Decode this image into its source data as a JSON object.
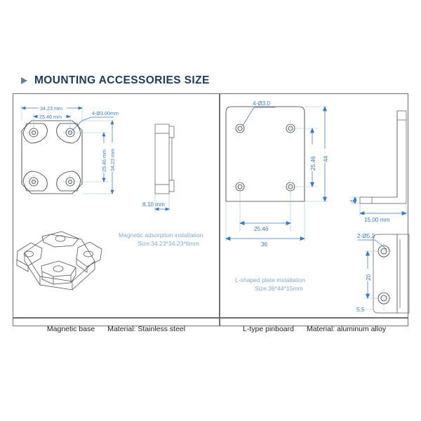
{
  "header": {
    "bullet_icon": "triangle-right-icon",
    "title": "MOUNTING ACCESSORIES SIZE"
  },
  "panels": {
    "left": {
      "name": "magnetic-base-panel",
      "top_view": {
        "dimensions": {
          "width_outer": "34.23 mm",
          "width_holes": "25.46 mm",
          "hole_callout": "4-Ø3.00mm",
          "height_holes": "25.46 mm",
          "height_outer": "34.23 mm"
        }
      },
      "side_view": {
        "thickness": "8.10 mm"
      },
      "caption_line1": "Magnetic adsorption installation",
      "caption_line2": "Size:34.23*34.23*6mm",
      "footer_part": "Magnetic base",
      "footer_material": "Material: Stainless steel"
    },
    "right": {
      "name": "l-type-pinboard-panel",
      "front_view": {
        "dimensions": {
          "hole_callout": "4-Ø3.0",
          "height_holes": "25.46",
          "height_outer": "44",
          "width_holes": "25.46",
          "width_outer": "36"
        }
      },
      "side_view": {
        "thickness": "4",
        "depth": "15.00 mm"
      },
      "edge_view": {
        "hole_callout": "2-Ø5.2",
        "hole_spacing": "20",
        "edge_offset": "5.5"
      },
      "caption_line1": "L-shaped plate installation",
      "caption_line2": "Size:36*44*15mm",
      "footer_part": "L-type pinboard",
      "footer_material": "Material: aluminum alloy"
    }
  },
  "colors": {
    "title": "#1b3a5c",
    "bullet": "#6d7f92",
    "dimension": "#3d7ab5",
    "caption": "#7fa9cf",
    "part_line": "#3a3a3a",
    "frame": "#6e6e6e"
  }
}
